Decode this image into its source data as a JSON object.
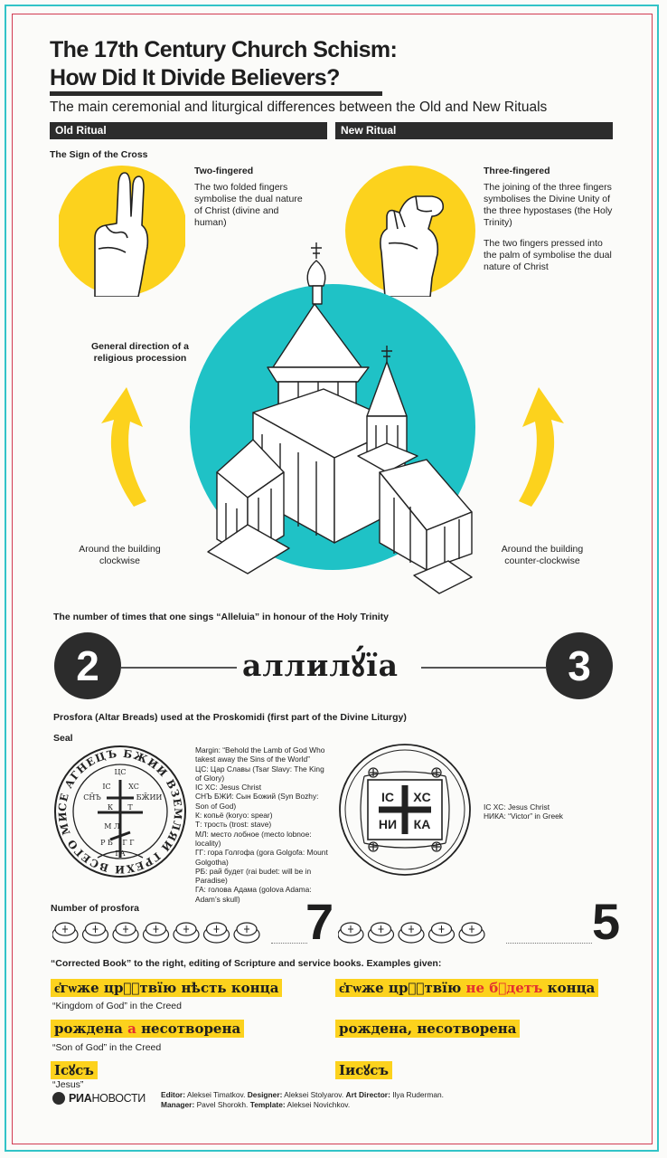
{
  "header": {
    "title_line1": "The 17th Century Church Schism:",
    "title_line2": "How Did It Divide Believers?",
    "subtitle": "The main ceremonial and liturgical differences between the Old and New Rituals"
  },
  "columns": {
    "old": "Old Ritual",
    "new": "New Ritual"
  },
  "cross_sign": {
    "heading": "The Sign of the Cross",
    "old_title": "Two-fingered",
    "old_text": "The two folded fingers symbolise the dual nature of Christ (divine and human)",
    "new_title": "Three-fingered",
    "new_text1": "The joining of the three fingers symbolises the Divine Unity of the three hypostases (the Holy Trinity)",
    "new_text2": "The two fingers pressed into the palm of symbolise the dual nature of Christ"
  },
  "procession": {
    "heading": "General direction of a religious procession",
    "old": "Around the building clockwise",
    "new": "Around the building counter-clockwise"
  },
  "alleluia": {
    "heading": "The number of times that one sings “Alleluia” in honour of the Holy Trinity",
    "old_count": "2",
    "new_count": "3",
    "word": "аллилꙋ́їа"
  },
  "prosfora": {
    "heading": "Prosfora (Altar Breads) used at the Proskomidi (first part of the Divine Liturgy)",
    "seal_label": "Seal",
    "old_seal": {
      "ring_text": "СЕ АГНЕЦЪ БЖИИ ВЗЕМЛЯИ ГРЕХИ ВСЕГО МИРА",
      "ic": "IC",
      "xc": "XC",
      "tsc": "ЦС",
      "sn": "СН̃Ъ",
      "bzh": "БЖ̃ИИ",
      "k": "К",
      "t": "Т",
      "ml": "М Л",
      "gg": "Г Г",
      "rb": "Р Б",
      "ga": "ГА"
    },
    "old_legend": [
      "Margin: “Behold the Lamb of God Who takest away the Sins of the World”",
      "ЦС: Цар Славы (Tsar Slavy: The King of Glory)",
      "IC XC: Jesus Christ",
      "СНЪ БЖИ: Сын Божий (Syn Bozhy: Son of God)",
      "К: копьё (koryo: spear)",
      "Т: трость (trost: stave)",
      "МЛ: место лобное (mecto lobnoe: locality)",
      "ГГ: гора Голгофа (gora Golgofa: Mount Golgotha)",
      "РБ: рай будет (rai budet: will be in Paradise)",
      "ГА: голова Адама (golova Adama: Adam’s skull)"
    ],
    "new_seal": {
      "ic": "IC",
      "xc": "XC",
      "ni": "НИ",
      "ka": "КА"
    },
    "new_legend": [
      "IC XC: Jesus Christ",
      "НИКА: “Victor” in Greek"
    ],
    "count_label": "Number of prosfora",
    "old_count": "7",
    "new_count": "5",
    "old_count_n": 7,
    "new_count_n": 5
  },
  "books": {
    "heading": "“Corrected Book” to the right, editing of Scripture and service books. Examples given:",
    "examples": [
      {
        "old": "є҆гѡже црⷭ҇твїю нѣсть конца",
        "new_pre": "є҆гѡже црⷭ҇твїю ",
        "new_red": "не бꙋдетъ",
        "new_post": " конца",
        "caption": "“Kingdom of God” in the Creed"
      },
      {
        "old_pre": "рождена ",
        "old_red": "а",
        "old_post": " несотворена",
        "new": "рождена, несотворена",
        "caption": "“Son of God” in the Creed"
      },
      {
        "old": "Ісꙋсъ",
        "new": "Іисꙋсъ",
        "caption": "“Jesus”"
      }
    ]
  },
  "footer": {
    "logo": "РИАНОВОСТИ",
    "logo_a": "РИА",
    "logo_b": "НОВОСТИ",
    "editor_label": "Editor:",
    "editor": "Aleksei Timatkov.",
    "designer_label": "Designer:",
    "designer": "Aleksei Stolyarov.",
    "art_label": "Art Director:",
    "art": "Ilya Ruderman.",
    "manager_label": "Manager:",
    "manager": "Pavel Shorokh.",
    "template_label": "Template:",
    "template": "Aleksei Novichkov."
  },
  "colors": {
    "yellow": "#fcd21d",
    "teal": "#1fc2c6",
    "dark": "#2c2c2c",
    "red": "#e33030"
  }
}
